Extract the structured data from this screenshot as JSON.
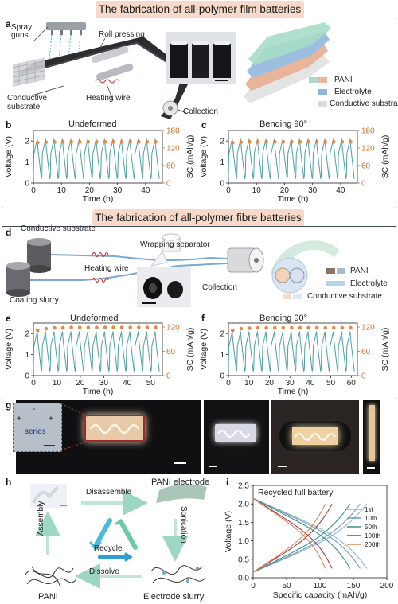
{
  "banners": {
    "film": "The fabrication of all-polymer film batteries",
    "fibre": "The fabrication of all-polymer fibre batteries"
  },
  "panel_a": {
    "label": "a",
    "spray_guns": "Spray\nguns",
    "roll_pressing": "Roll pressing",
    "conductive_substrate": "Conductive\nsubstrate",
    "heating_wire": "Heating wire",
    "collection": "Collection",
    "legend": [
      {
        "label": "PANI",
        "color": "#a8dcc8"
      },
      {
        "label": "Electrolyte",
        "color": "#8fb6d8"
      },
      {
        "label": "Conductive substrate",
        "color": "#dcdcdc"
      }
    ]
  },
  "panel_b": {
    "label": "b",
    "title": "Undeformed"
  },
  "panel_c": {
    "label": "c",
    "title": "Bending 90°"
  },
  "panel_d": {
    "label": "d",
    "conductive_substrate": "Conductive substrate",
    "wrapping_separator": "Wrapping separator",
    "heating_wire": "Heating wire",
    "coating_slurry": "Coating slurry",
    "collection": "Collection",
    "legend": [
      {
        "label": "PANI",
        "colors": [
          "#8a7468",
          "#a9b9d4"
        ]
      },
      {
        "label": "Electrolyte",
        "colors": [
          "#b8d6ea"
        ]
      },
      {
        "label": "Conductive substrate",
        "colors": [
          "#f7d9c4",
          "#dfe6f6"
        ]
      }
    ]
  },
  "panel_e": {
    "label": "e",
    "title": "Undeformed"
  },
  "panel_f": {
    "label": "f",
    "title": "Bending 90°"
  },
  "panel_g": {
    "label": "g",
    "series": "series",
    "plus": "+",
    "minus": "-"
  },
  "panel_h": {
    "label": "h",
    "disassemble": "Disassemble",
    "pani_electrode": "PANI electrode",
    "assembly": "Assembly",
    "sonication": "Sonication",
    "recycle": "Recycle",
    "dissolve": "Dissolve",
    "pani": "PANI",
    "electrode_slurry": "Electrode slurry"
  },
  "chart_data": [
    {
      "type": "line",
      "panel": "b",
      "title": "Undeformed",
      "xlabel": "Time (h)",
      "ylabel": "Voltage (V)",
      "y2label": "SC (mAh/g)",
      "xlim": [
        0,
        46
      ],
      "ylim": [
        0,
        2.5
      ],
      "y2lim": [
        0,
        180
      ],
      "xticks": [
        0,
        10,
        20,
        30,
        40
      ],
      "yticks": [
        0,
        1,
        2
      ],
      "y2ticks": [
        0,
        60,
        120,
        180
      ],
      "cycles": 15,
      "sc_series": {
        "name": "SC",
        "values": [
          138,
          140,
          140,
          141,
          141,
          141,
          141,
          141,
          141,
          141,
          141,
          141,
          141,
          141,
          141
        ]
      }
    },
    {
      "type": "line",
      "panel": "c",
      "title": "Bending 90°",
      "xlabel": "Time (h)",
      "ylabel": "Voltage (V)",
      "y2label": "SC (mAh/g)",
      "xlim": [
        0,
        46
      ],
      "ylim": [
        0,
        2.5
      ],
      "y2lim": [
        0,
        180
      ],
      "xticks": [
        0,
        10,
        20,
        30,
        40
      ],
      "yticks": [
        0,
        1,
        2
      ],
      "y2ticks": [
        0,
        60,
        120,
        180
      ],
      "cycles": 15,
      "sc_series": {
        "name": "SC",
        "values": [
          138,
          140,
          141,
          141,
          141,
          141,
          141,
          141,
          141,
          141,
          141,
          141,
          141,
          141,
          141
        ]
      }
    },
    {
      "type": "line",
      "panel": "e",
      "title": "Undeformed",
      "xlabel": "Time (h)",
      "ylabel": "Voltage (V)",
      "y2label": "SC (mAh/g)",
      "xlim": [
        0,
        55
      ],
      "ylim": [
        0,
        2.5
      ],
      "y2lim": [
        0,
        130
      ],
      "xticks": [
        0,
        10,
        20,
        30,
        40,
        50
      ],
      "yticks": [
        0,
        1,
        2
      ],
      "y2ticks": [
        0,
        60,
        120
      ],
      "cycles": 15,
      "sc_series": {
        "name": "SC",
        "values": [
          112,
          116,
          118,
          118,
          119,
          119,
          119,
          119,
          119,
          119,
          119,
          119,
          119,
          119,
          119
        ]
      }
    },
    {
      "type": "line",
      "panel": "f",
      "title": "Bending 90°",
      "xlabel": "Time (h)",
      "ylabel": "Voltage (V)",
      "y2label": "SC (mAh/g)",
      "xlim": [
        0,
        63
      ],
      "ylim": [
        0,
        2.5
      ],
      "y2lim": [
        0,
        130
      ],
      "xticks": [
        0,
        10,
        20,
        30,
        40,
        50,
        60
      ],
      "yticks": [
        0,
        1,
        2
      ],
      "y2ticks": [
        0,
        60,
        120
      ],
      "cycles": 15,
      "sc_series": {
        "name": "SC",
        "values": [
          112,
          116,
          117,
          118,
          118,
          118,
          118,
          118,
          118,
          118,
          118,
          118,
          118,
          118,
          118
        ]
      }
    },
    {
      "type": "line",
      "panel": "i",
      "title": "Recycled full battery",
      "xlabel": "Specific capacity (mAh/g)",
      "ylabel": "Voltage (V)",
      "xlim": [
        0,
        200
      ],
      "ylim": [
        0,
        2.5
      ],
      "xticks": [
        0,
        50,
        100,
        150,
        200
      ],
      "yticks": [
        0.0,
        0.5,
        1.0,
        1.5,
        2.0,
        2.5
      ],
      "series": [
        {
          "name": "1st",
          "color": "#8fb3cf",
          "capacity": 170
        },
        {
          "name": "10th",
          "color": "#6f9cb8",
          "capacity": 160
        },
        {
          "name": "50th",
          "color": "#3c8f8a",
          "capacity": 145
        },
        {
          "name": "100th",
          "color": "#a23a52",
          "capacity": 118
        },
        {
          "name": "200th",
          "color": "#e0894a",
          "capacity": 108
        }
      ]
    }
  ]
}
